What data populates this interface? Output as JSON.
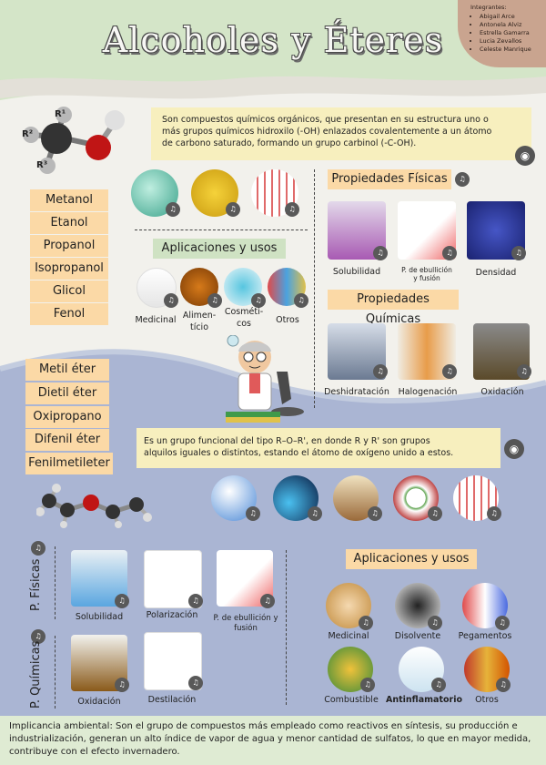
{
  "title": "Alcoholes y Éteres",
  "members": {
    "heading": "Integrantes:",
    "names": [
      "Abigail Arce",
      "Antonela Alviz",
      "Estrella Gamarra",
      "Lucia Zevallos",
      "Celeste Manrique"
    ]
  },
  "alcohol": {
    "description": "Son compuestos químicos orgánicos, que presentan en su estructura uno o más grupos químicos hidroxilo (-OH) enlazados covalentemente a un átomo de carbono saturado, formando un grupo carbinol (-C-OH).",
    "molecule_labels": [
      "R¹",
      "R²",
      "R³"
    ],
    "examples": [
      "Metanol",
      "Etanol",
      "Propanol",
      "Isopropanol",
      "Glicol",
      "Fenol"
    ],
    "applications": {
      "title": "Aplicaciones y usos",
      "items": [
        "Medicinal",
        "Alimen-\ntício",
        "Cosméti-\ncos",
        "Otros"
      ]
    },
    "physical": {
      "title": "Propiedades Físicas",
      "items": [
        "Solubilidad",
        "P. de ebullición\ny fusión",
        "Densidad"
      ]
    },
    "chemical": {
      "title": "Propiedades Químicas",
      "items": [
        "Deshidratación",
        "Halogenación",
        "Oxidación"
      ]
    }
  },
  "ether": {
    "description": "Es un grupo funcional del tipo R–O–R', en donde R y R' son grupos alquilos iguales o distintos, estando el átomo de oxígeno unido a estos.",
    "examples": [
      "Metil éter",
      "Dietil éter",
      "Oxipropano",
      "Difenil éter",
      "Fenilmetileter"
    ],
    "physical": {
      "title": "P. Físicas",
      "items": [
        "Solubilidad",
        "Polarización",
        "P. de ebullición y\nfusión"
      ]
    },
    "chemical": {
      "title": "P. Químicas",
      "items": [
        "Oxidación",
        "Destilación"
      ]
    },
    "applications": {
      "title": "Aplicaciones y usos",
      "items": [
        "Medicinal",
        "Disolvente",
        "Pegamentos",
        "Combustible",
        "Antinflamatorio",
        "Otros"
      ]
    }
  },
  "footer": "Implicancia ambiental: Son  el grupo de compuestos más empleado como reactivos en síntesis, su producción  e industrialización, generan un alto índice de vapor de agua y menor cantidad de sulfatos, lo que en mayor medida, contribuye con el efecto invernadero.",
  "colors": {
    "peach": "#fbd9a6",
    "yellow": "#f7efbe",
    "green": "#cfe2c3",
    "blue": "#aab5d3",
    "footer": "#dfebd3"
  }
}
